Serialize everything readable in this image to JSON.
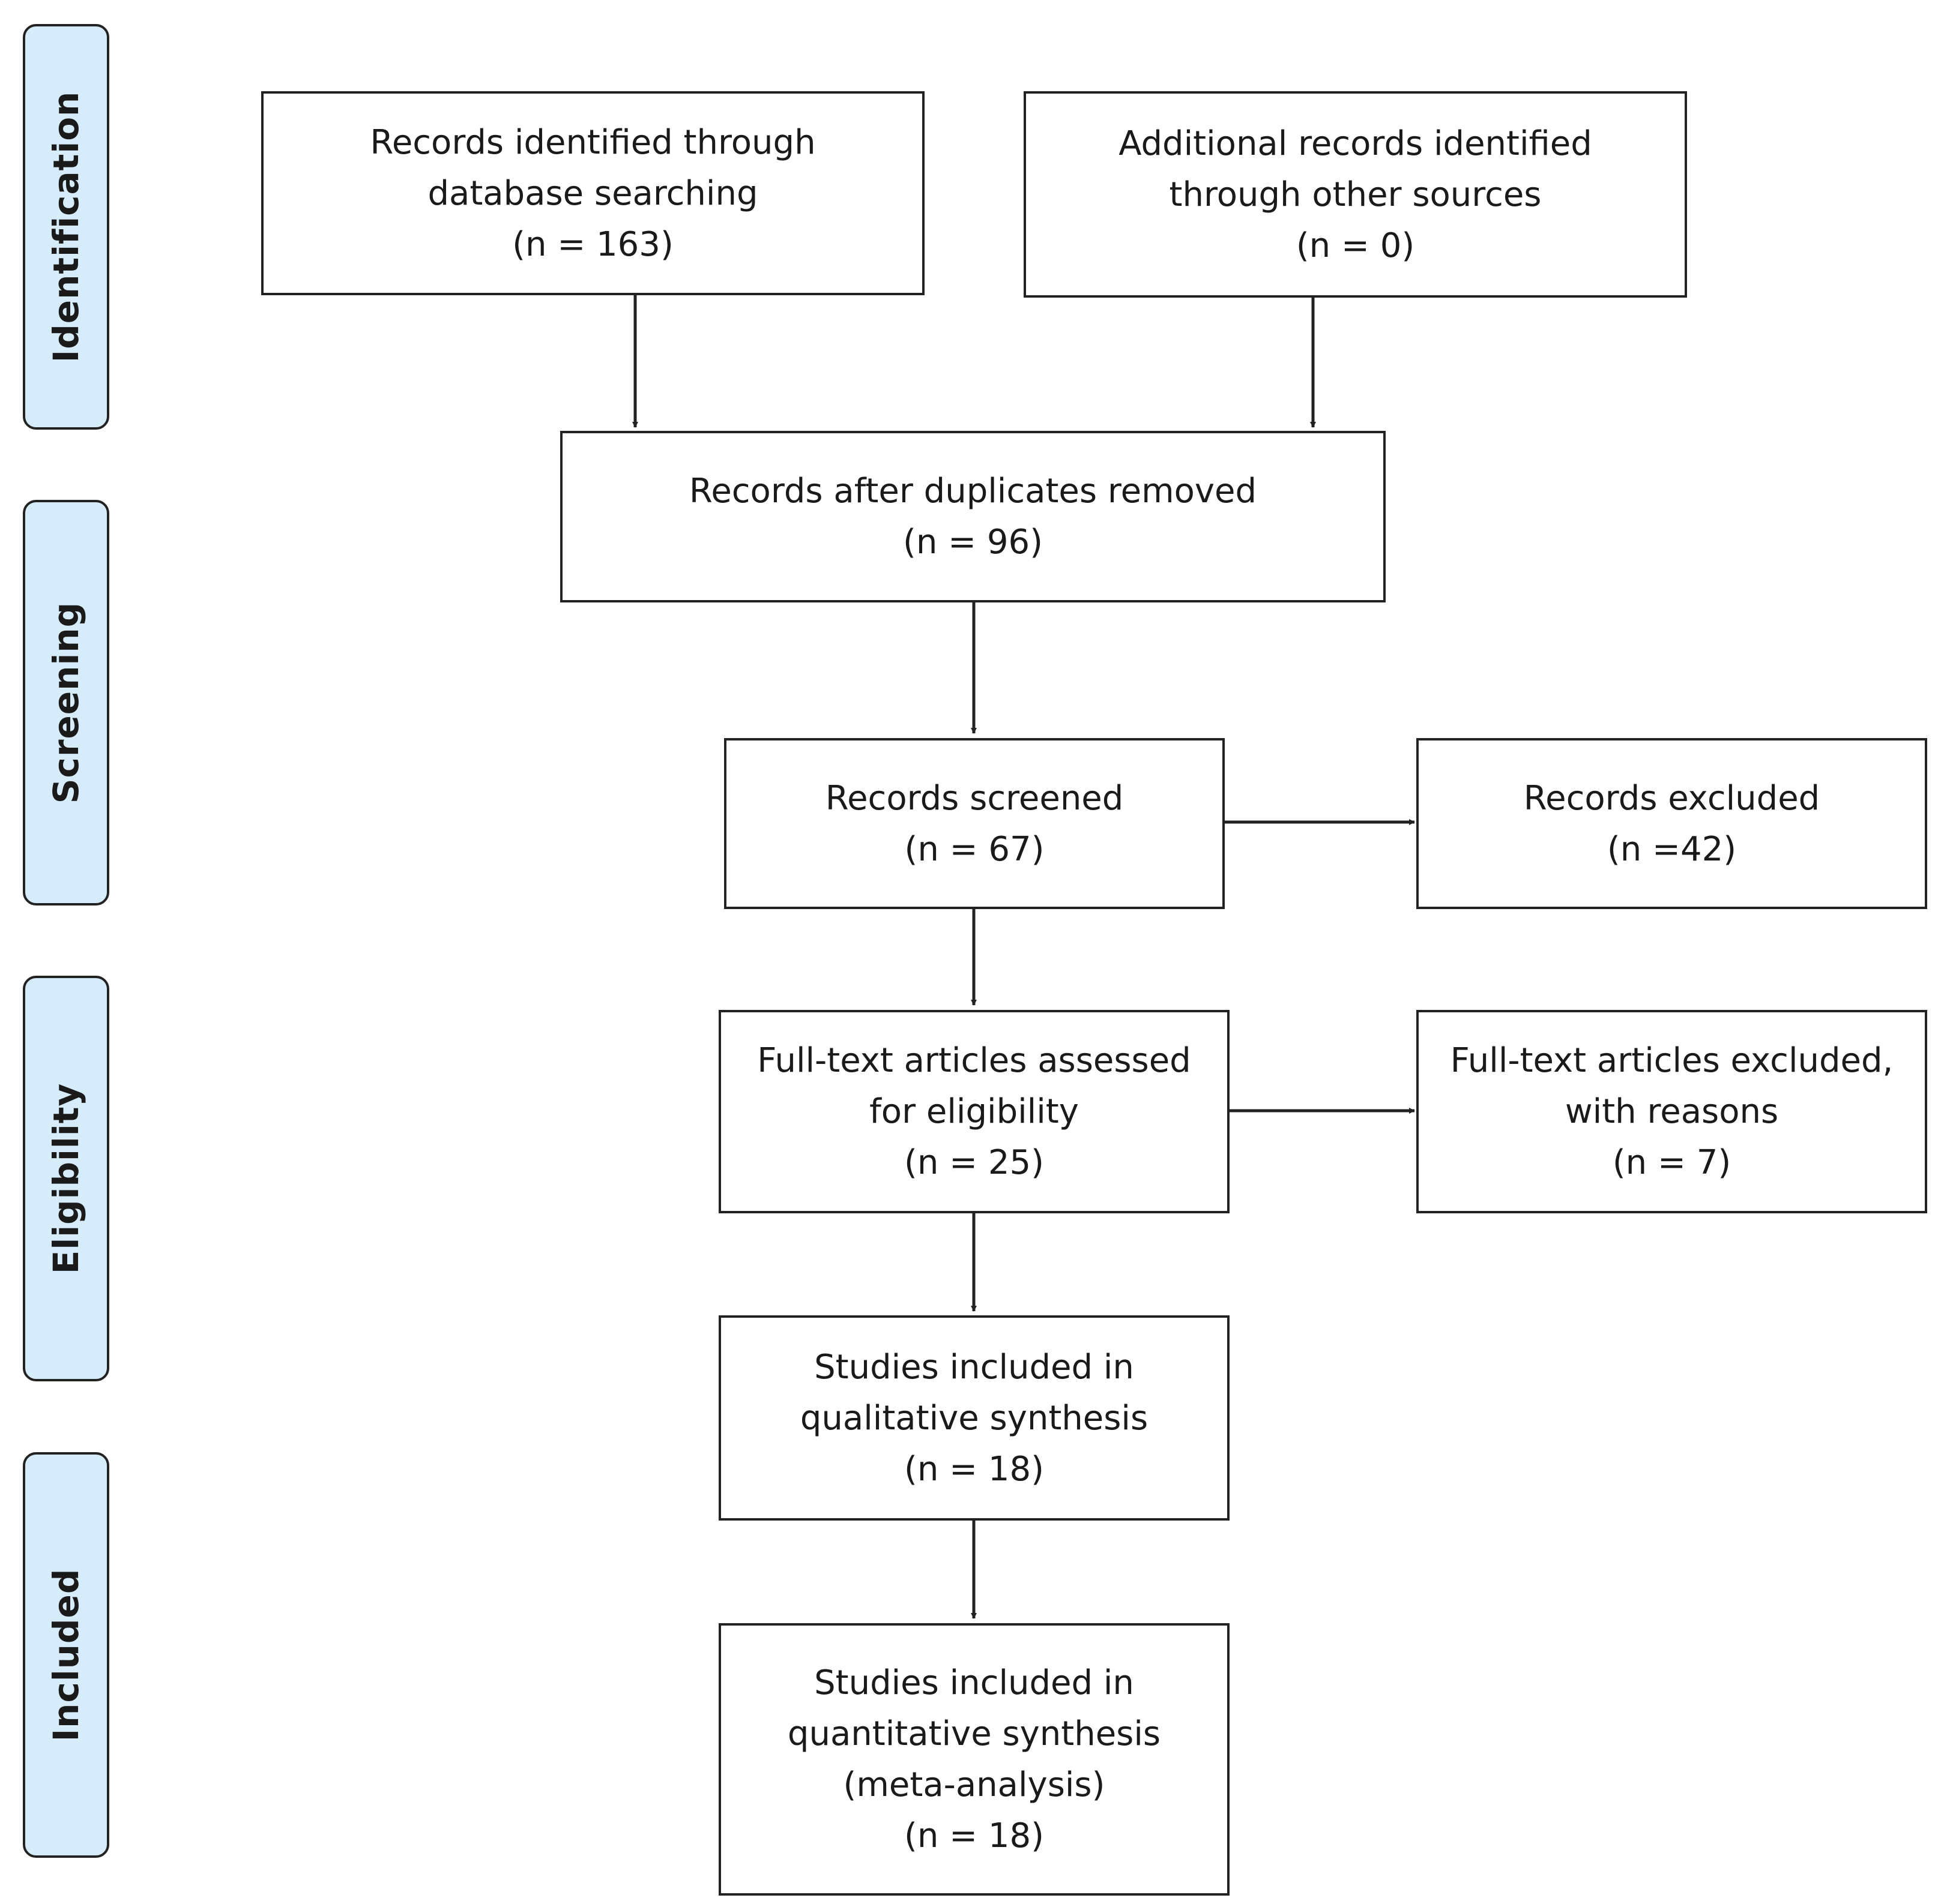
{
  "stages": {
    "identification": "Identification",
    "screening": "Screening",
    "eligibility": "Eligibility",
    "included": "Included"
  },
  "boxes": {
    "database_records": {
      "line1": "Records identified through",
      "line2": "database searching",
      "count": "(n = 163)"
    },
    "other_records": {
      "line1": "Additional records identified",
      "line2": "through other sources",
      "count": "(n = 0)"
    },
    "after_duplicates": {
      "line1": "Records after duplicates removed",
      "count": "(n = 96)"
    },
    "screened": {
      "line1": "Records screened",
      "count": "(n = 67)"
    },
    "excluded": {
      "line1": "Records excluded",
      "count": "(n =42)"
    },
    "fulltext_assessed": {
      "line1": "Full-text articles assessed",
      "line2": "for eligibility",
      "count": "(n = 25)"
    },
    "fulltext_excluded": {
      "line1": "Full-text articles excluded,",
      "line2": "with reasons",
      "count": "(n = 7)"
    },
    "qualitative": {
      "line1": "Studies included in",
      "line2": "qualitative synthesis",
      "count": "(n = 18)"
    },
    "quantitative": {
      "line1": "Studies included in",
      "line2": "quantitative synthesis",
      "line3": "(meta-analysis)",
      "count": "(n = 18)"
    }
  },
  "colors": {
    "stage_fill": "#d6ecfb",
    "stroke": "#222222"
  }
}
